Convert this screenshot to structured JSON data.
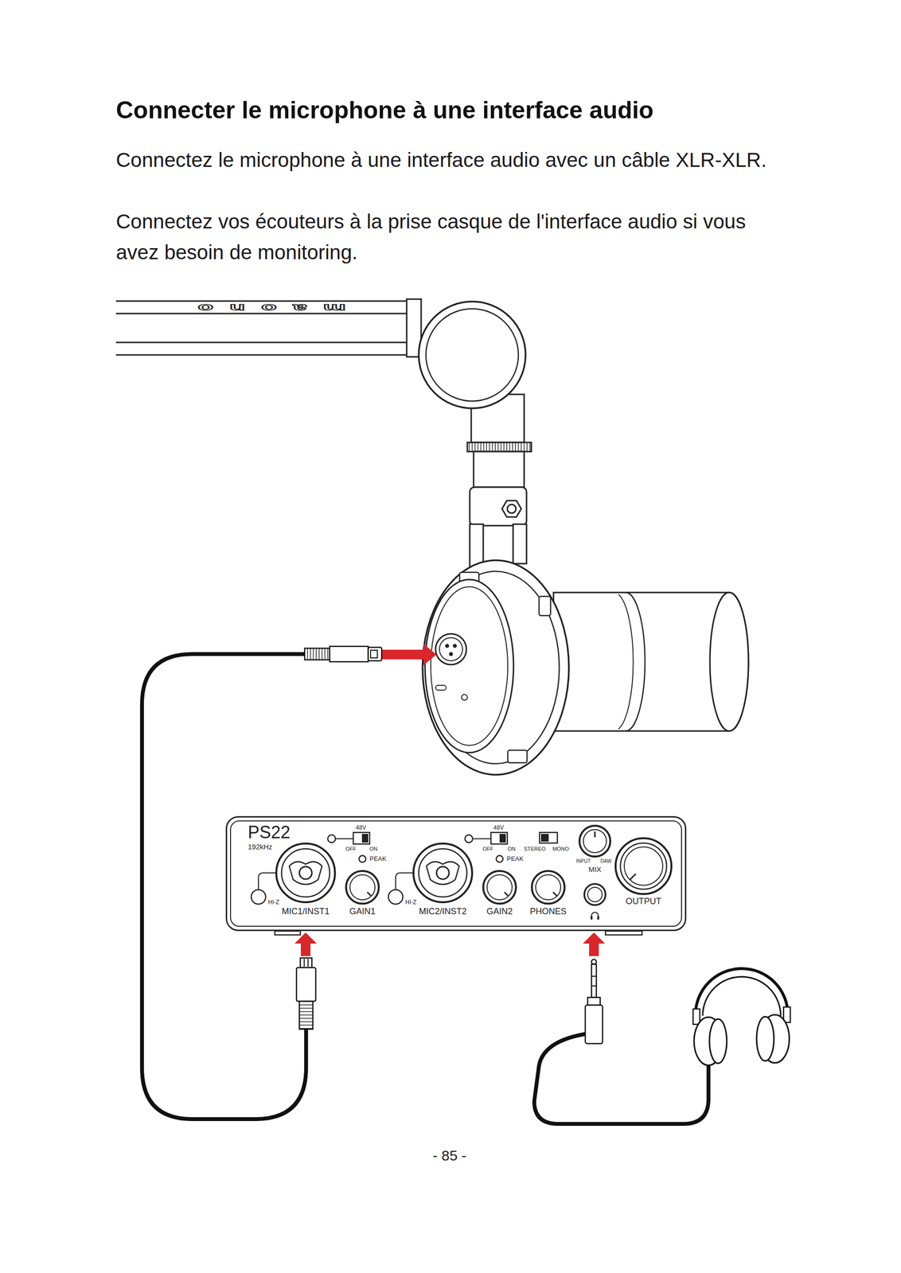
{
  "diagram": {
    "title": "Connecter le microphone à une interface audio",
    "nodes": [
      {
        "text": [
          "PS22",
          "192kHz",
          "48V",
          "OFF",
          "ON",
          "PEAK",
          "48V",
          "OFF",
          "ON",
          "PEAK",
          "STEREO",
          "MONO",
          "INPUT",
          "DAW",
          "MIX",
          "HI-Z",
          "MIC1/INST1",
          "GAIN1",
          "HI-Z",
          "MIC2/INST2",
          "GAIN2",
          "PHONES",
          "OUTPUT"
        ]
      }
    ],
    "labels": [
      "Connectez le microphone à une interface audio avec un câble XLR-XLR.",
      "Connectez vos écouteurs à la prise casque de l'interface audio si vous avez besoin de monitoring.",
      "maono",
      "- 85 -"
    ]
  }
}
